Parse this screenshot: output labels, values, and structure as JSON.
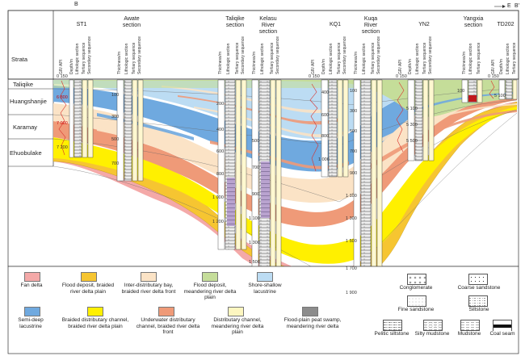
{
  "corners": {
    "left": "B",
    "right": "B′",
    "direction": "E"
  },
  "strata_header": "Strata",
  "strata": [
    {
      "name": "Taliqike"
    },
    {
      "name": "Huangshanjie"
    },
    {
      "name": "Karamay"
    },
    {
      "name": "Ehuobulake"
    }
  ],
  "sections": {
    "st1": "ST1",
    "awate": "Awate section",
    "taliqike": "Taliqike section",
    "kelasu": "Kelasu River section",
    "kq1": "KQ1",
    "kuqa": "Kuqa River section",
    "yn2": "YN2",
    "yangxia": "Yangxia section",
    "td202": "TD202"
  },
  "column_labels": {
    "gr": "GR/ API",
    "gr_scale": "0 150",
    "depth": "Depth/m",
    "thickness": "Thickness/m",
    "litho": "Lithologic section",
    "tertiary": "Tertiary sequence",
    "secondary": "Secondary sequence"
  },
  "depth_ticks": {
    "st1": [
      "6 800",
      "7 000",
      "7 200"
    ],
    "awate": [
      "100",
      "300",
      "500",
      "700"
    ],
    "taliqike": [
      "200",
      "400",
      "600",
      "800",
      "1 000",
      "1 200"
    ],
    "kelasu": [
      "500",
      "700",
      "900",
      "1 100",
      "1 300",
      "1 500"
    ],
    "kq1": [
      "400",
      "600",
      "800",
      "1 000"
    ],
    "kuqa": [
      "100",
      "300",
      "500",
      "700",
      "900",
      "1 100",
      "1 300",
      "1 500",
      "1 700",
      "1 900"
    ],
    "yn2": [
      "5 100",
      "5 300",
      "5 500"
    ],
    "yangxia": [
      "100"
    ],
    "td202": [
      "5 100"
    ]
  },
  "legend": [
    {
      "label": "Fan delta",
      "color": "#f4a9a8"
    },
    {
      "label": "Flood deposit, braided river delta plain",
      "color": "#f6c531"
    },
    {
      "label": "Inter-distributary bay, braided river delta front",
      "color": "#fbe3c6"
    },
    {
      "label": "Flood deposit, meandering river delta plain",
      "color": "#c5dd9a"
    },
    {
      "label": "Shore-shallow lacustrine",
      "color": "#bcdcf3"
    },
    {
      "label": "Semi-deep lacustrine",
      "color": "#6fa9df"
    },
    {
      "label": "Braided distributary channel, braided river delta plain",
      "color": "#fff000"
    },
    {
      "label": "Underwater distributary channel, braided river delta front",
      "color": "#ef9a78"
    },
    {
      "label": "Distributary channel, meandering river delta plain",
      "color": "#fdf6c0"
    },
    {
      "label": "Flood-plain peat swamp, meandering river delta",
      "color": "#8c8c8c"
    }
  ],
  "lithology": [
    {
      "label": "Conglomerate"
    },
    {
      "label": "Coarse sandstone"
    },
    {
      "label": "Fine sandstone"
    },
    {
      "label": "Siltstone"
    },
    {
      "label": "Pelitic siltstone"
    },
    {
      "label": "Silty mudstone"
    },
    {
      "label": "Mudstone"
    },
    {
      "label": "Coal seam"
    }
  ]
}
